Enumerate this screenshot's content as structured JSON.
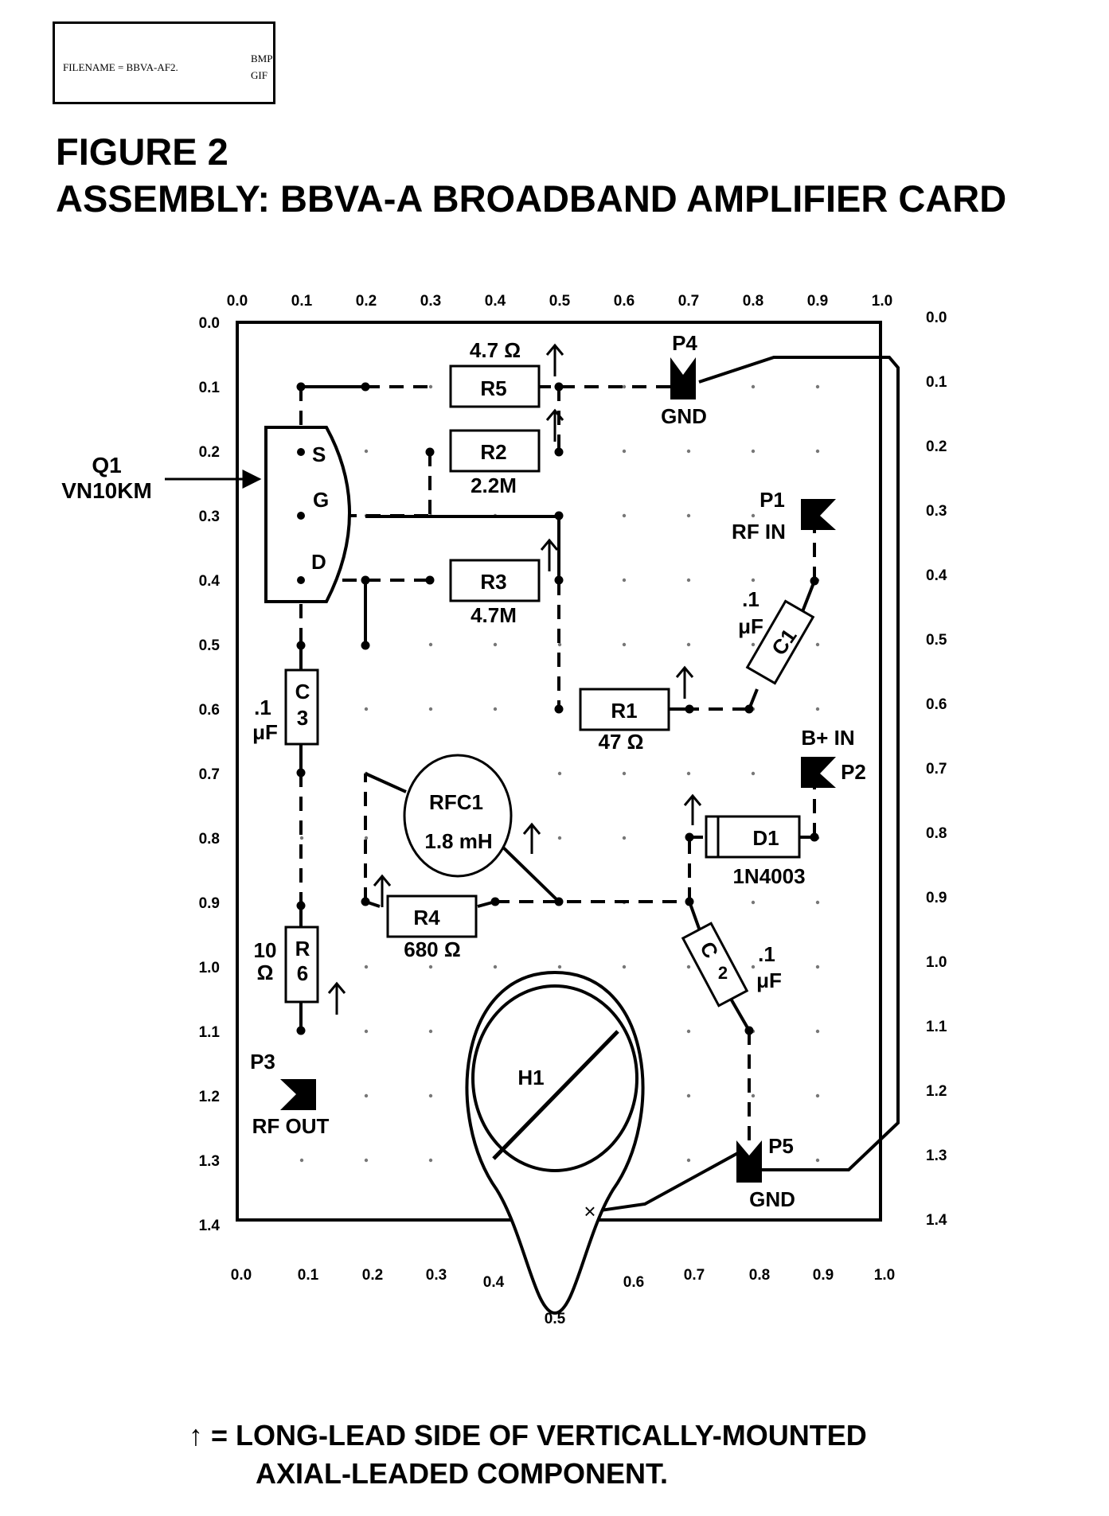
{
  "file_box": {
    "text": "FILENAME = BBVA-AF2.",
    "ext1": "BMP",
    "ext2": "GIF"
  },
  "figure_title": "FIGURE 2",
  "assembly_title": "ASSEMBLY: BBVA-A  BROADBAND  AMPLIFIER  CARD",
  "axis": {
    "x_top": [
      "0.0",
      "0.1",
      "0.2",
      "0.3",
      "0.4",
      "0.5",
      "0.6",
      "0.7",
      "0.8",
      "0.9",
      "1.0"
    ],
    "x_bottom": [
      "0.0",
      "0.1",
      "0.2",
      "0.3",
      "0.4",
      "0.5",
      "0.6",
      "0.7",
      "0.8",
      "0.9",
      "1.0"
    ],
    "y": [
      "0.0",
      "0.1",
      "0.2",
      "0.3",
      "0.4",
      "0.5",
      "0.6",
      "0.7",
      "0.8",
      "0.9",
      "1.0",
      "1.1",
      "1.2",
      "1.3",
      "1.4"
    ]
  },
  "components": {
    "q1": {
      "ref": "Q1",
      "part": "VN10KM",
      "pin_s": "S",
      "pin_g": "G",
      "pin_d": "D"
    },
    "r5": {
      "ref": "R5",
      "value": "4.7 Ω"
    },
    "r2": {
      "ref": "R2",
      "value": "2.2M"
    },
    "r3": {
      "ref": "R3",
      "value": "4.7M"
    },
    "r1": {
      "ref": "R1",
      "value": "47 Ω"
    },
    "r4": {
      "ref": "R4",
      "value": "680 Ω"
    },
    "r6": {
      "ref_a": "R",
      "ref_b": "6",
      "value_a": "10",
      "value_b": "Ω"
    },
    "c1": {
      "ref": "C1",
      "value_a": ".1",
      "value_b": "μF"
    },
    "c2": {
      "ref": "C",
      "sub": "2",
      "value_a": ".1",
      "value_b": "μF"
    },
    "c3": {
      "ref_a": "C",
      "ref_b": "3",
      "value_a": ".1",
      "value_b": "μF"
    },
    "d1": {
      "ref": "D1",
      "part": "1N4003"
    },
    "rfc1": {
      "ref": "RFC1",
      "value": "1.8 mH"
    },
    "h1": {
      "ref": "H1"
    },
    "p1": {
      "ref": "P1",
      "label": "RF IN"
    },
    "p2": {
      "ref": "P2",
      "label": "B+ IN"
    },
    "p3": {
      "ref": "P3",
      "label": "RF OUT"
    },
    "p4": {
      "ref": "P4",
      "label": "GND"
    },
    "p5": {
      "ref": "P5",
      "label": "GND"
    }
  },
  "legend": {
    "symbol": "↑",
    "line1": " = LONG-LEAD  SIDE  OF  VERTICALLY-MOUNTED",
    "line2": "AXIAL-LEADED  COMPONENT."
  }
}
